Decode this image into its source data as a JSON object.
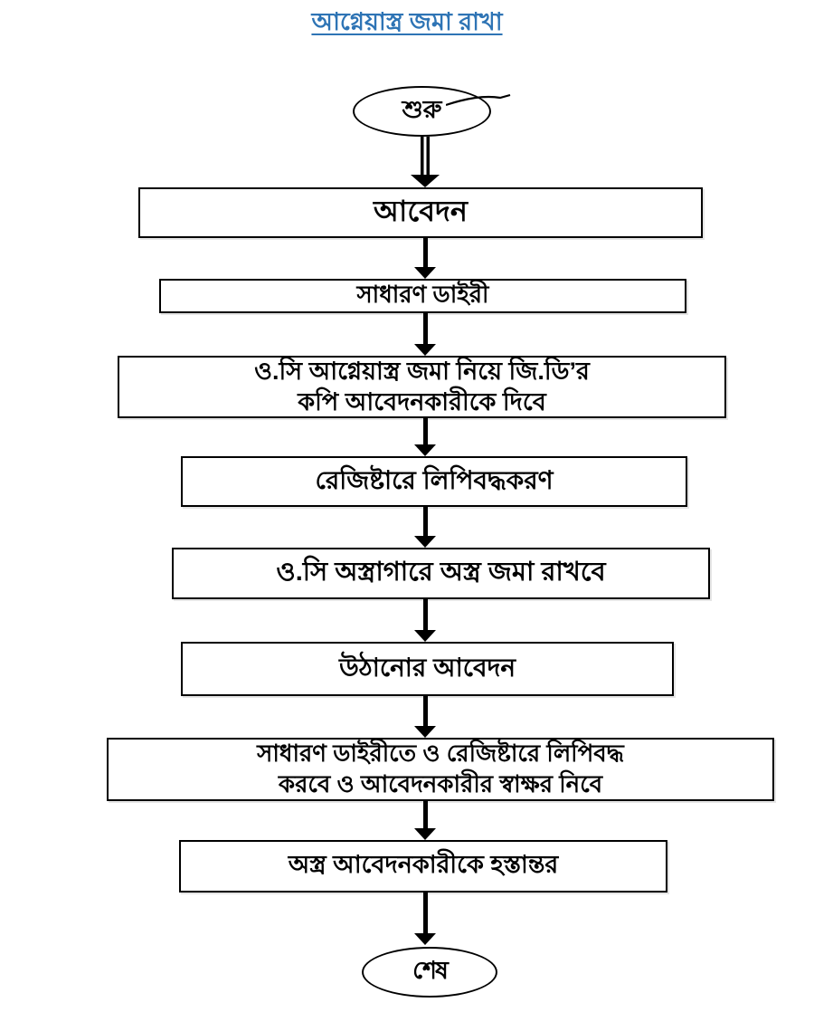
{
  "title": {
    "text": "আগ্নেয়াস্ত্র জমা রাখা"
  },
  "colors": {
    "title_blue": "#2E74B5",
    "line_black": "#000000",
    "background": "#FFFFFF"
  },
  "flowchart": {
    "type": "vertical-flowchart",
    "nodes": [
      {
        "id": "start",
        "shape": "oval",
        "text": "শুরু"
      },
      {
        "id": "application",
        "shape": "rect",
        "text": "আবেদন"
      },
      {
        "id": "general-diary",
        "shape": "rect",
        "text": "সাধারণ ডাইরী"
      },
      {
        "id": "oc-gd-copy",
        "shape": "rect",
        "text": "ও.সি আগ্নেয়াস্ত্র জমা নিয়ে জি.ডি’র\nকপি আবেদনকারীকে দিবে"
      },
      {
        "id": "register-entry",
        "shape": "rect",
        "text": "রেজিষ্টারে লিপিবদ্ধকরণ"
      },
      {
        "id": "armory-deposit",
        "shape": "rect",
        "text": "ও.সি অস্ত্রাগারে অস্ত্র জমা রাখবে"
      },
      {
        "id": "withdraw-application",
        "shape": "rect",
        "text": "উঠানোর আবেদন"
      },
      {
        "id": "record-and-signature",
        "shape": "rect",
        "text": "সাধারণ ডাইরীতে ও রেজিষ্টারে লিপিবদ্ধ\nকরবে ও আবেদনকারীর স্বাক্ষর নিবে"
      },
      {
        "id": "weapon-handover",
        "shape": "rect",
        "text": "অস্ত্র আবেদনকারীকে হস্তান্তর"
      },
      {
        "id": "end",
        "shape": "oval",
        "text": "শেষ"
      }
    ],
    "edges": [
      {
        "from": "start",
        "to": "application"
      },
      {
        "from": "application",
        "to": "general-diary"
      },
      {
        "from": "general-diary",
        "to": "oc-gd-copy"
      },
      {
        "from": "oc-gd-copy",
        "to": "register-entry"
      },
      {
        "from": "register-entry",
        "to": "armory-deposit"
      },
      {
        "from": "armory-deposit",
        "to": "withdraw-application"
      },
      {
        "from": "withdraw-application",
        "to": "record-and-signature"
      },
      {
        "from": "record-and-signature",
        "to": "weapon-handover"
      },
      {
        "from": "weapon-handover",
        "to": "end"
      }
    ]
  }
}
